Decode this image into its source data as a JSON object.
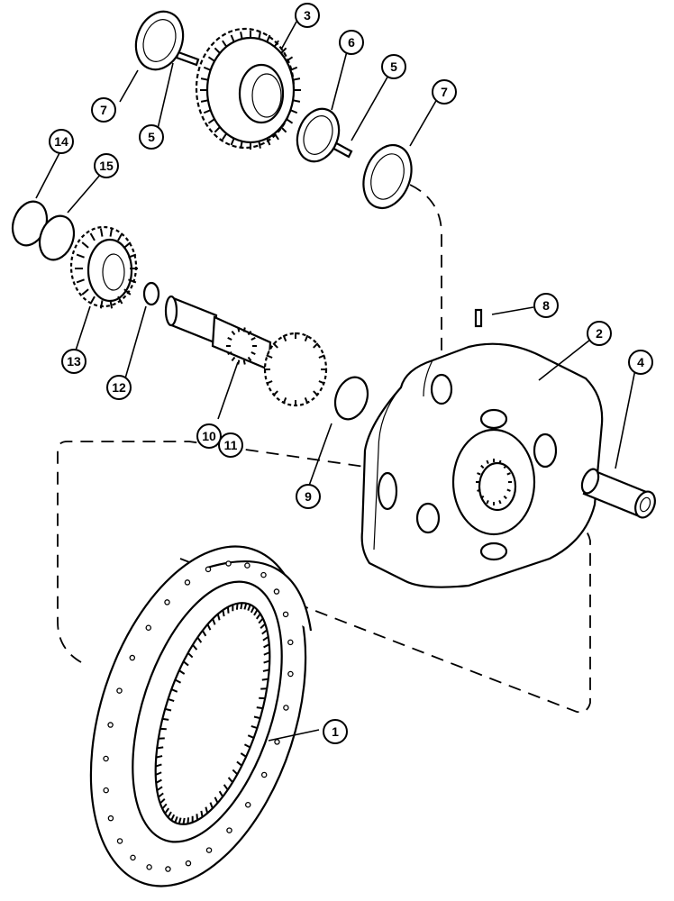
{
  "callouts": [
    {
      "id": "c1",
      "label": "1"
    },
    {
      "id": "c2",
      "label": "2"
    },
    {
      "id": "c3",
      "label": "3"
    },
    {
      "id": "c4",
      "label": "4"
    },
    {
      "id": "c5a",
      "label": "5"
    },
    {
      "id": "c5b",
      "label": "5"
    },
    {
      "id": "c6",
      "label": "6"
    },
    {
      "id": "c7a",
      "label": "7"
    },
    {
      "id": "c7b",
      "label": "7"
    },
    {
      "id": "c8",
      "label": "8"
    },
    {
      "id": "c9",
      "label": "9"
    },
    {
      "id": "c10",
      "label": "10"
    },
    {
      "id": "c11",
      "label": "11"
    },
    {
      "id": "c12",
      "label": "12"
    },
    {
      "id": "c13",
      "label": "13"
    },
    {
      "id": "c14",
      "label": "14"
    },
    {
      "id": "c15",
      "label": "15"
    }
  ]
}
